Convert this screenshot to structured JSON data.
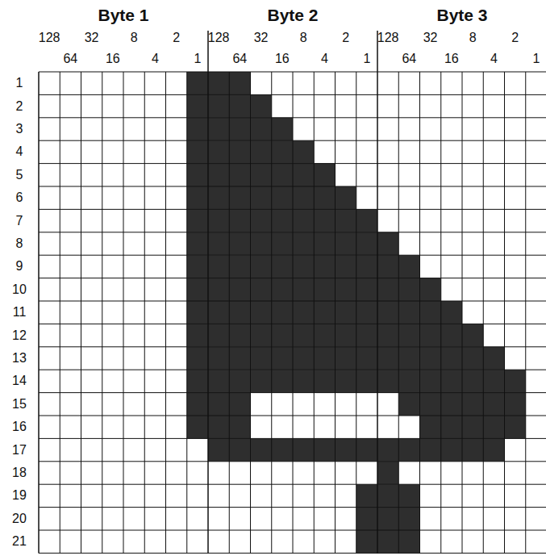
{
  "diagram": {
    "labels": [
      "Byte 1",
      "Byte 2",
      "Byte 3",
      "128",
      "64",
      "32",
      "16",
      "8",
      "4",
      "2",
      "1",
      "128",
      "64",
      "32",
      "16",
      "8",
      "4",
      "2",
      "1",
      "128",
      "64",
      "32",
      "16",
      "8",
      "4",
      "2",
      "1",
      "1",
      "2",
      "3",
      "4",
      "5",
      "6",
      "7",
      "8",
      "9",
      "10",
      "11",
      "12",
      "13",
      "14",
      "15",
      "16",
      "17",
      "18",
      "19",
      "20",
      "21"
    ]
  }
}
